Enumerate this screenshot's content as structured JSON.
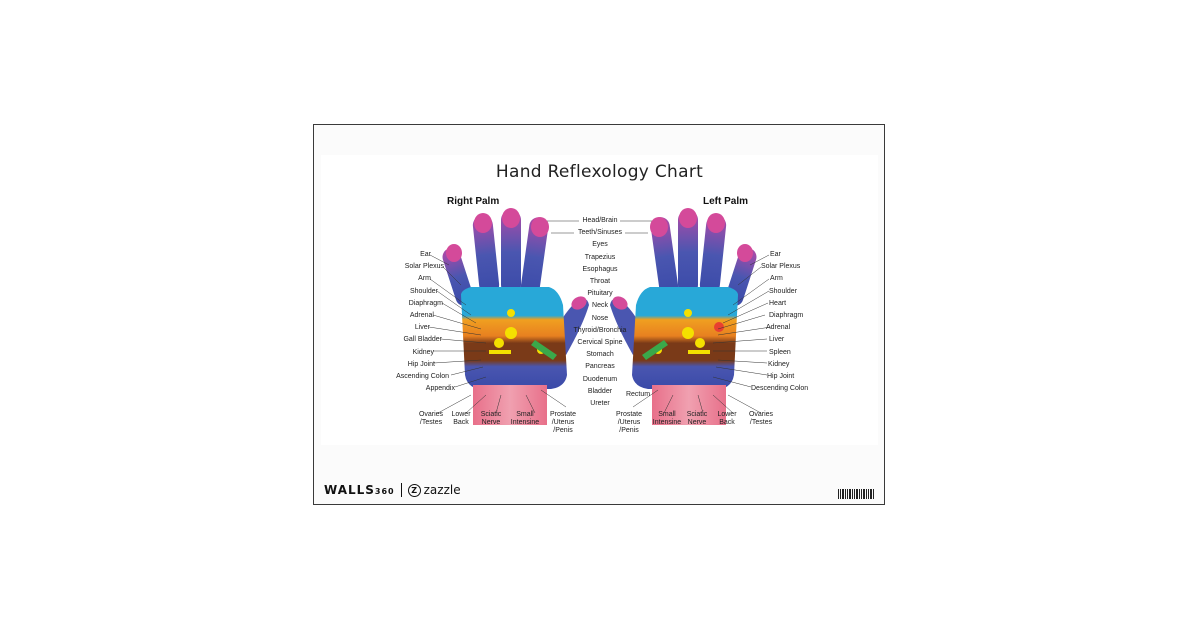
{
  "chart": {
    "title": "Hand Reflexology Chart",
    "right_palm_title": "Right Palm",
    "left_palm_title": "Left Palm",
    "center_labels": [
      "Head/Brain",
      "Teeth/Sinuses",
      "Eyes",
      "Trapezius",
      "Esophagus",
      "Throat",
      "Pituitary",
      "Neck",
      "Nose",
      "Thyroid/Bronchia",
      "Cervical Spine",
      "Stomach",
      "Pancreas",
      "Duodenum",
      "Bladder",
      "Ureter"
    ],
    "right_side_labels": [
      "Ear",
      "Solar Plexus",
      "Arm",
      "Shoulder",
      "Diaphragm",
      "Adrenal",
      "Liver",
      "Gall Bladder",
      "Kidney",
      "Hip Joint",
      "Ascending Colon",
      "Appendix"
    ],
    "left_side_labels": [
      "Ear",
      "Solar Plexus",
      "Arm",
      "Shoulder",
      "Heart",
      "Diaphragm",
      "Adrenal",
      "Liver",
      "Spleen",
      "Kidney",
      "Hip Joint",
      "Descending Colon"
    ],
    "bottom_labels_right": [
      {
        "l1": "Ovaries",
        "l2": "/Testes"
      },
      {
        "l1": "Lower",
        "l2": "Back"
      },
      {
        "l1": "Sciatic",
        "l2": "Nerve"
      },
      {
        "l1": "Small",
        "l2": "Intensine"
      },
      {
        "l1": "Prostate",
        "l2": "/Uterus",
        "l3": "/Penis"
      }
    ],
    "rectum_label": "Rectum",
    "bottom_labels_left": [
      {
        "l1": "Prostate",
        "l2": "/Uterus",
        "l3": "/Penis"
      },
      {
        "l1": "Small",
        "l2": "Intensine"
      },
      {
        "l1": "Sciatic",
        "l2": "Nerve"
      },
      {
        "l1": "Lower",
        "l2": "Back"
      },
      {
        "l1": "Ovaries",
        "l2": "/Testes"
      }
    ]
  },
  "footer": {
    "walls_brand": "WALLS",
    "walls_suffix": "360",
    "zazzle_mark": "Z",
    "zazzle_brand": "zazzle"
  },
  "colors": {
    "finger_blue": "#4a56b0",
    "fingertip_pink": "#d44a9a",
    "palm_cyan": "#28a8d8",
    "palm_orange": "#f0a020",
    "palm_brown": "#7a3a18",
    "wrist_pink": "#e8708a",
    "accent_yellow": "#f4e000",
    "accent_green": "#3aa84a"
  }
}
